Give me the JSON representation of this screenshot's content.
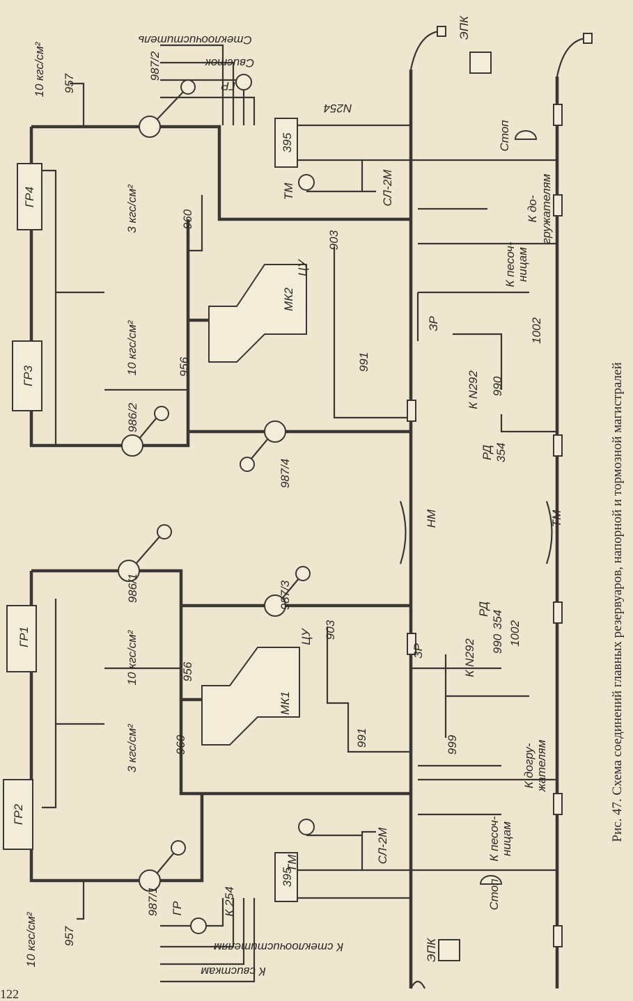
{
  "page_number": "122",
  "caption": "Рис. 47. Схема соединений главных резервуаров, напорной и тормозной магистралей",
  "labels": {
    "p10_a": "10 кгс/см²",
    "v957_a": "957",
    "v987_2": "987/2",
    "wiper_top": "Стеклоочиститель",
    "whistle_top": "Свисток",
    "gr_top": "ГР",
    "n254_top": "N254",
    "c395_top": "395",
    "tm_top": "ТМ",
    "sl2m_top": "СЛ-2М",
    "epk_top": "ЭПК",
    "stop_top": "Стоп",
    "gr4": "ГР4",
    "p3_a": "3 кгс/см²",
    "v960_a": "960",
    "cu_a": "ЦУ",
    "v903_a": "903",
    "mk2": "МК2",
    "load_a1": "К до-",
    "load_a2": "гружателям",
    "sand_a1": "К песоч-",
    "sand_a2": "ницам",
    "zr_a": "ЗР",
    "v1002_a": "1002",
    "v991_a": "991",
    "p10_b": "10 кгс/см²",
    "v956_a": "956",
    "gr3": "ГР3",
    "kn292_a": "К N292",
    "v990_a": "990",
    "v986_2": "986/2",
    "rd_a": "РД",
    "rd354_a": "354",
    "v987_4": "987/4",
    "nm": "НМ",
    "tm_mid": "ТМ",
    "v986_1": "986/1",
    "gr1": "ГР1",
    "v987_3": "987/3",
    "rd_b": "РД",
    "rd354_b": "354",
    "cu_b": "ЦУ",
    "v903_b": "903",
    "zr_b": "ЗР",
    "p10_c": "10 кгс/см²",
    "v956_b": "956",
    "kn292_b": "К N292",
    "v990_b": "990",
    "v1002_b": "1002",
    "mk1": "МК1",
    "v991_b": "991",
    "v999": "999",
    "p3_b": "3 кгс/см²",
    "v960_b": "960",
    "load_b1": "К догру-",
    "load_b2": "жателям",
    "gr2": "ГР2",
    "sand_b1": "К песоч-",
    "sand_b2": "ницам",
    "tm_bot": "ТМ",
    "sl2m_bot": "СЛ-2М",
    "c395_bot": "395",
    "v987_1": "987/1",
    "k254": "К 254",
    "gr_bot": "ГР",
    "stop_bot": "Стоп",
    "p10_d": "10 кгс/см²",
    "v957_b": "957",
    "whistle_bot": "К свисткам",
    "wiper_bot": "К стеклоочистителям",
    "epk_bot": "ЭПК"
  }
}
